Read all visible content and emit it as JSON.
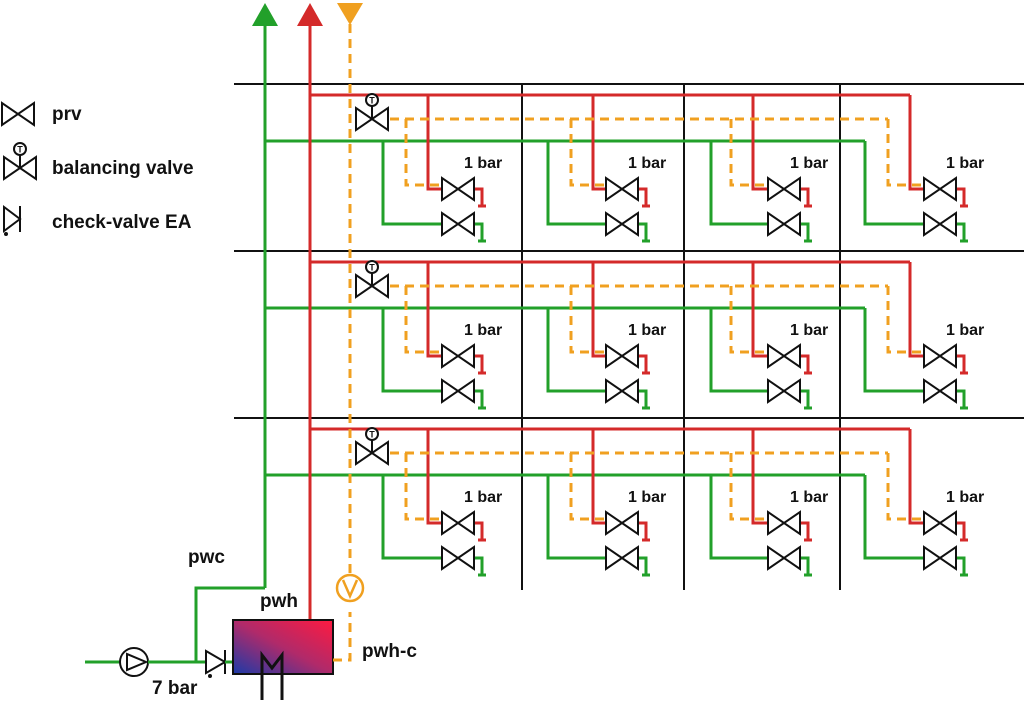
{
  "legend": {
    "prv": "prv",
    "balancing_valve": "balancing valve",
    "check_valve": "check-valve EA"
  },
  "labels": {
    "pwc": "pwc",
    "pwh": "pwh",
    "pwh_c": "pwh-c",
    "pump_pressure": "7 bar",
    "outlet_pressure": "1 bar"
  },
  "colors": {
    "cold_water": "#22a02a",
    "hot_water": "#d42a2a",
    "circulation": "#f0a020",
    "divider": "#111111"
  },
  "structure": {
    "floors": 3,
    "units_per_floor": 4,
    "valve_symbol": "T"
  }
}
